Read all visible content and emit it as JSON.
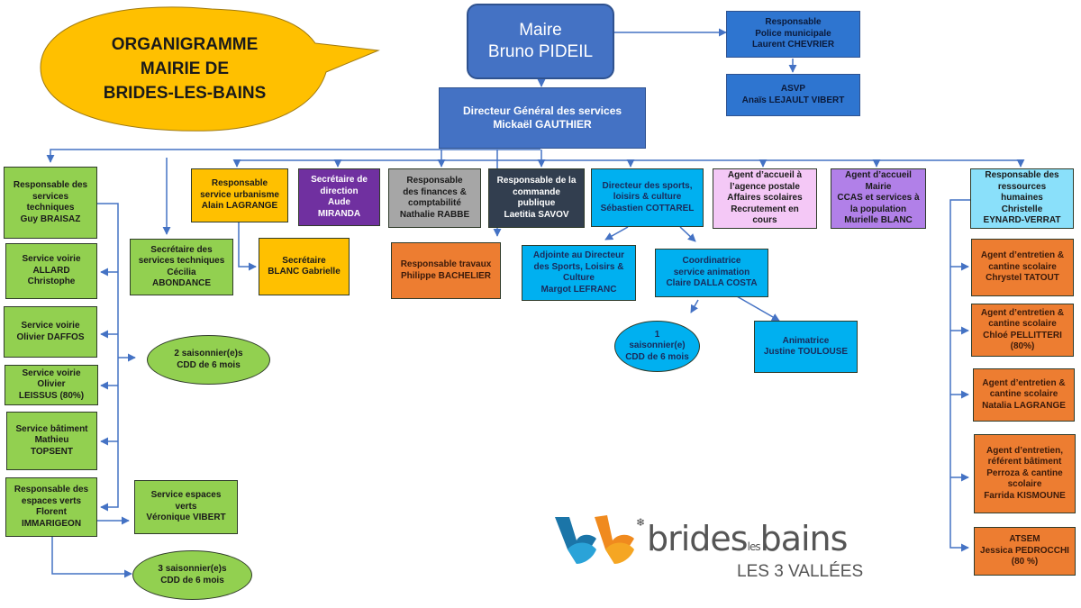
{
  "title": "ORGANIGRAMME\nMAIRIE DE\nBRIDES-LES-BAINS",
  "colors": {
    "connector": "#4472c4",
    "bubble": "#ffc000"
  },
  "top": {
    "maire": "Maire\nBruno PIDEIL",
    "dgs": "Directeur Général des services\nMickaël GAUTHIER",
    "police": "Responsable\nPolice municipale\nLaurent CHEVRIER",
    "asvp": "ASVP\nAnaïs LEJAULT VIBERT"
  },
  "services_techniques": {
    "head": "Responsable des\nservices\ntechniques\nGuy BRAISAZ",
    "secretaire": "Secrétaire des\nservices techniques\nCécilia\nABONDANCE",
    "members": [
      "Service voirie\nALLARD\nChristophe",
      "Service voirie\nOlivier DAFFOS",
      "Service voirie\nOlivier\nLEISSUS (80%)",
      "Service bâtiment\nMathieu\nTOPSENT"
    ],
    "saisonniers": "2 saisonnier(e)s\nCDD de 6 mois",
    "espaces_verts": {
      "head": "Responsable des\nespaces verts\nFlorent\nIMMARIGEON",
      "agent": "Service espaces\nverts\nVéronique VIBERT",
      "saisonniers": "3 saisonnier(e)s\nCDD de 6 mois"
    }
  },
  "urbanisme": {
    "head": "Responsable\nservice urbanisme\nAlain LAGRANGE",
    "secretaire": "Secrétaire\nBLANC Gabrielle"
  },
  "secretaire_direction": "Secrétaire de\ndirection\nAude\nMIRANDA",
  "finances": "Responsable\ndes finances &\ncomptabilité\nNathalie RABBE",
  "travaux": "Responsable travaux\nPhilippe BACHELIER",
  "commande_publique": "Responsable  de la\ncommande\npublique\nLaetitia SAVOV",
  "sports": {
    "head": "Directeur des sports,\nloisirs & culture\nSébastien COTTAREL",
    "adjointe": "Adjointe au Directeur\ndes Sports,  Loisirs &\nCulture\nMargot LEFRANC",
    "coordinatrice": "Coordinatrice\nservice animation\nClaire DALLA COSTA",
    "saisonnier": "1\nsaisonnier(e)\nCDD de 6 mois",
    "animatrice": "Animatrice\nJustine TOULOUSE"
  },
  "accueil_postale": "Agent d’accueil à\nl’agence postale\nAffaires scolaires\nRecrutement en\ncours",
  "accueil_mairie": "Agent d’accueil\nMairie\nCCAS et services à\nla population\nMurielle BLANC",
  "rh": {
    "head": "Responsable des\nressources\nhumaines\nChristelle\nEYNARD-VERRAT",
    "members": [
      "Agent d’entretien &\ncantine scolaire\nChrystel TATOUT",
      "Agent d’entretien &\ncantine scolaire\nChloé PELLITTERI\n(80%)",
      "Agent d’entretien &\ncantine scolaire\nNatalia LAGRANGE",
      "Agent d’entretien,\nréférent bâtiment\nPerroza & cantine\nscolaire\nFarrida KISMOUNE",
      "ATSEM\nJessica  PEDROCCHI\n(80 %)"
    ]
  },
  "logo": {
    "word_a": "brides",
    "word_les": "les",
    "word_b": "bains",
    "subtitle": "LES 3 VALLÉES"
  }
}
